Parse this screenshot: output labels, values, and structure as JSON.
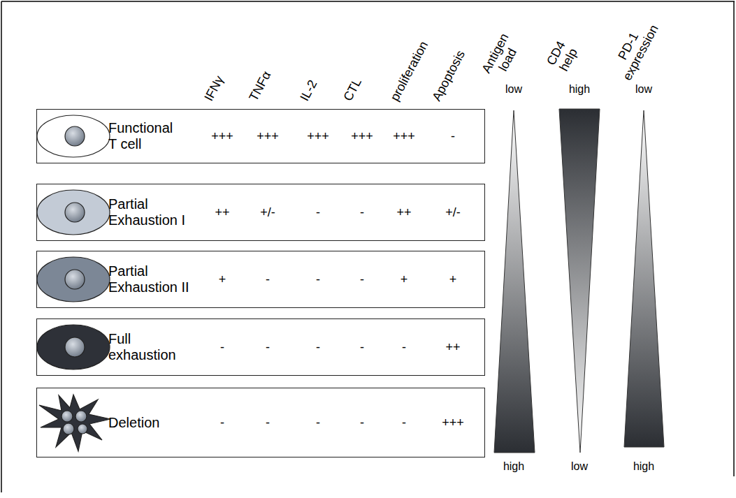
{
  "diagram": {
    "nodes": [
      {
        "text": [
          "Functional T cell"
        ]
      },
      {
        "text": [
          "Partial Exhaustion I"
        ]
      },
      {
        "text": [
          "Partial Exhaustion II"
        ]
      },
      {
        "text": [
          "Full exhaustion"
        ]
      },
      {
        "text": [
          "Deletion"
        ]
      }
    ],
    "labels": [
      "IFNγ",
      "TNFα",
      "IL-2",
      "CTL",
      "proliferation",
      "Apoptosis",
      "Antigen load",
      "CD4 help",
      "PD-1 expression",
      "low",
      "high",
      "low",
      "+++",
      "+++",
      "+++",
      "+++",
      "+++",
      "-",
      "++",
      "+/-",
      "-",
      "-",
      "++",
      "+/-",
      "+",
      "-",
      "-",
      "-",
      "+",
      "+",
      "-",
      "-",
      "-",
      "-",
      "-",
      "++",
      "-",
      "-",
      "-",
      "-",
      "-",
      "+++",
      "high",
      "low",
      "high"
    ]
  }
}
